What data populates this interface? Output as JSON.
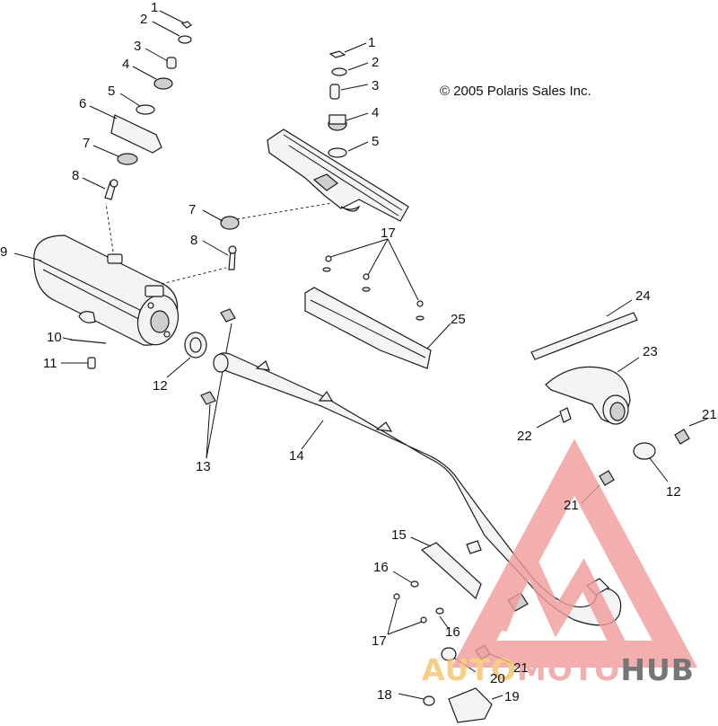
{
  "copyright": "© 2005 Polaris Sales Inc.",
  "watermark": {
    "prefix": "AUTO",
    "middle": "MOTO",
    "suffix": "HUB",
    "color_accent": "#f4a6a6",
    "color_orange": "#f5c26b",
    "color_dark": "#555555"
  },
  "callouts": {
    "c1a": "1",
    "c2a": "2",
    "c3a": "3",
    "c4a": "4",
    "c5a": "5",
    "c6": "6",
    "c7a": "7",
    "c8a": "8",
    "c9": "9",
    "c10": "10",
    "c11": "11",
    "c12a": "12",
    "c13": "13",
    "c1b": "1",
    "c2b": "2",
    "c3b": "3",
    "c4b": "4",
    "c5b": "5",
    "c7b": "7",
    "c8b": "8",
    "c17a": "17",
    "c25": "25",
    "c14": "14",
    "c24": "24",
    "c23": "23",
    "c22": "22",
    "c21a": "21",
    "c12b": "12",
    "c21b": "21",
    "c15": "15",
    "c16a": "16",
    "c16b": "16",
    "c17b": "17",
    "c20": "20",
    "c21c": "21",
    "c18": "18",
    "c19": "19"
  }
}
